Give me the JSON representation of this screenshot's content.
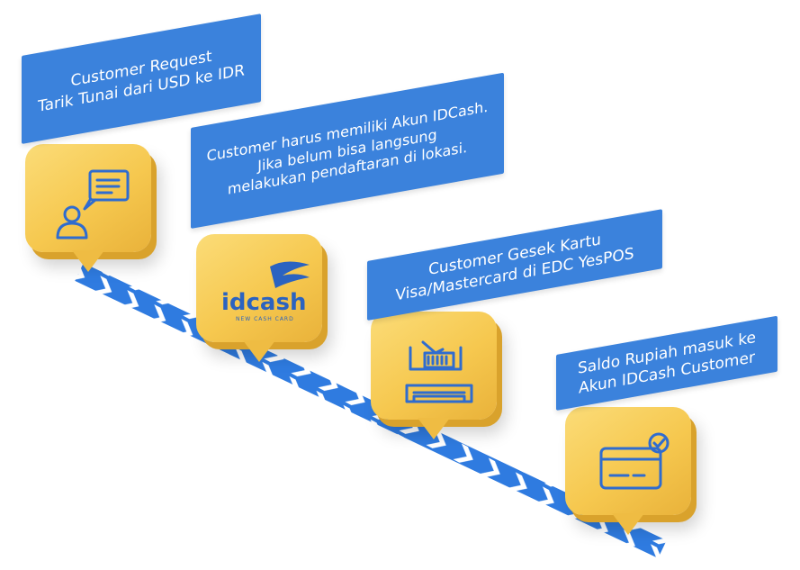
{
  "steps": [
    {
      "lines": [
        "Customer Request",
        "Tarik Tunai dari USD ke IDR"
      ],
      "icon": "chat-user-icon"
    },
    {
      "lines": [
        "Customer harus memiliki Akun IDCash.",
        "Jika belum bisa langsung",
        "melakukan pendaftaran di lokasi."
      ],
      "icon": "idcash-logo"
    },
    {
      "lines": [
        "Customer Gesek Kartu",
        "Visa/Mastercard di EDC YesPOS"
      ],
      "icon": "card-swipe-terminal-icon"
    },
    {
      "lines": [
        "Saldo Rupiah masuk ke",
        "Akun IDCash Customer"
      ],
      "icon": "credit-card-check-icon"
    }
  ],
  "logo": {
    "main": "idcash",
    "sub": "NEW CASH CARD"
  },
  "colors": {
    "banner": "#3b82dc",
    "block": "#f6c84f",
    "ribbon": "#2f7be0",
    "icon": "#2f6ccf"
  }
}
